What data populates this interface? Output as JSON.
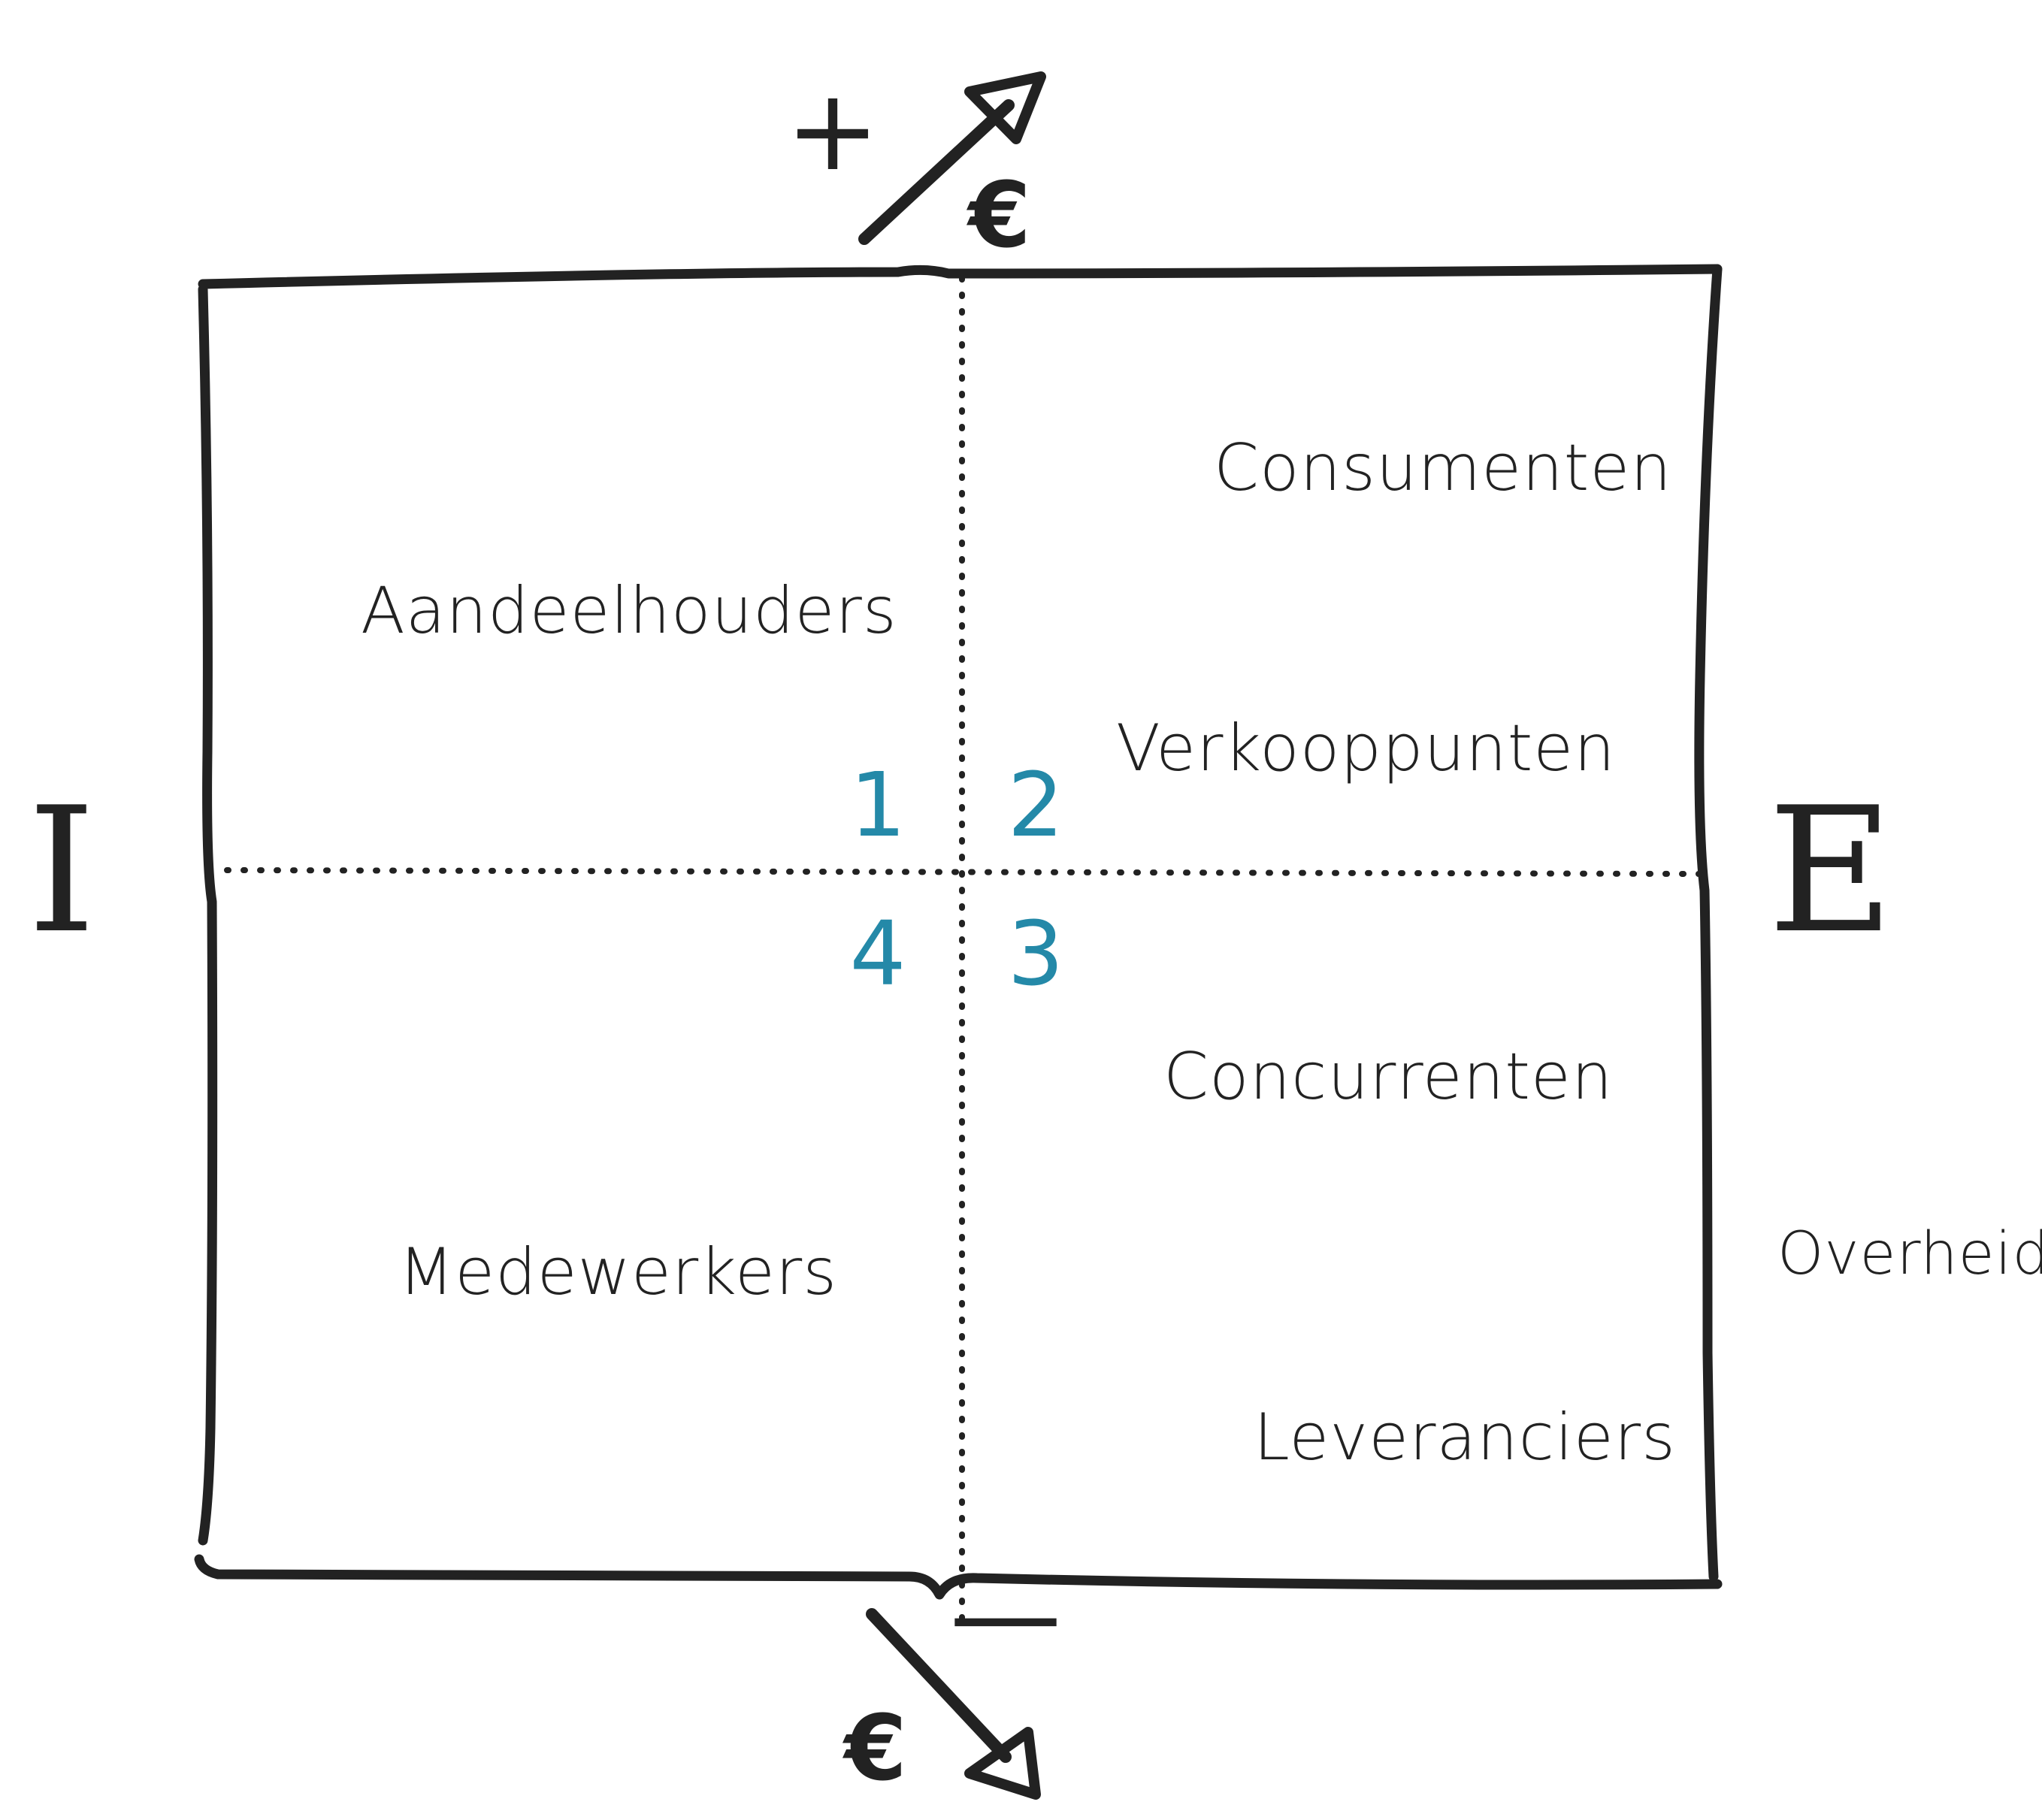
{
  "axis": {
    "top_sign": "+",
    "top_currency": "€",
    "bottom_sign": "—",
    "bottom_currency": "€",
    "left_letter": "I",
    "right_letter": "E"
  },
  "quadrant_numbers": {
    "q1": "1",
    "q2": "2",
    "q3": "3",
    "q4": "4"
  },
  "stakeholders": {
    "aandeelhouders": "Aandeelhouders",
    "medewerkers": "Medewerkers",
    "consumenten": "Consumenten",
    "verkooppunten": "Verkooppunten",
    "concurrenten": "Concurrenten",
    "leveranciers": "Leveranciers",
    "overheid": "Overheid"
  },
  "colors": {
    "ink": "#222222",
    "number": "#2489a8"
  }
}
